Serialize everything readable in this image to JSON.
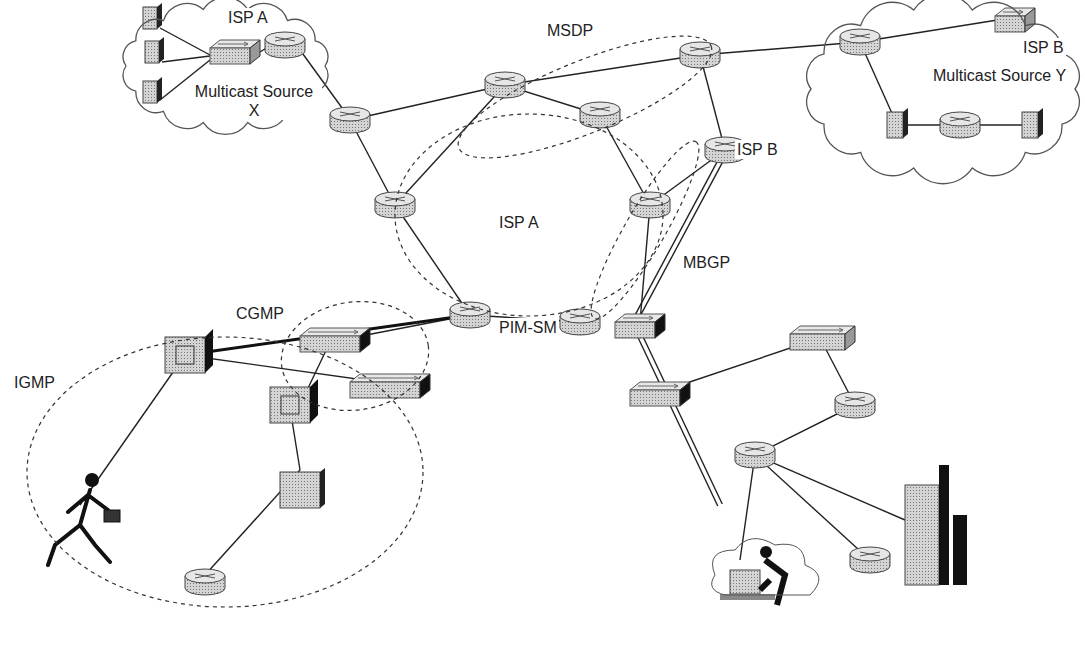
{
  "diagram": {
    "nodes": [
      {
        "text": [
          "ISP A",
          "Multicast Source X"
        ]
      },
      {
        "text": [
          "MSDP"
        ]
      },
      {
        "text": [
          "ISP B",
          "Multicast Source Y"
        ]
      },
      {
        "text": [
          "ISP A",
          "PIM-SM"
        ]
      },
      {
        "text": [
          "MBGP"
        ]
      },
      {
        "text": [
          "CGMP"
        ]
      },
      {
        "text": [
          "IGMP"
        ]
      }
    ],
    "labels": [
      "ISP B"
    ]
  }
}
